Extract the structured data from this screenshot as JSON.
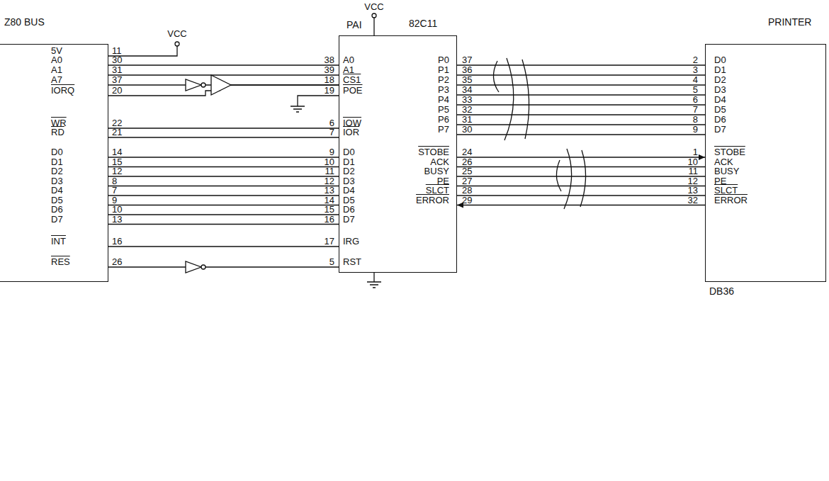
{
  "diagram": {
    "nodes": [
      {
        "text": [
          "Z80 BUS"
        ]
      },
      {
        "text": [
          "PAI",
          "82C11"
        ]
      },
      {
        "text": [
          "PRINTER",
          "DB36"
        ]
      }
    ],
    "edges": [
      {
        "from": 0,
        "to": 1,
        "arrow": "none"
      },
      {
        "from": 0,
        "to": 1,
        "arrow": "none"
      },
      {
        "from": 0,
        "to": 1,
        "arrow": "none"
      },
      {
        "from": 0,
        "to": 1,
        "arrow": "none"
      },
      {
        "from": 0,
        "to": 1,
        "arrow": "none"
      },
      {
        "from": 0,
        "to": 1,
        "arrow": "none"
      },
      {
        "from": 0,
        "to": 1,
        "arrow": "none"
      },
      {
        "from": 0,
        "to": 1,
        "arrow": "none"
      },
      {
        "from": 0,
        "to": 1,
        "arrow": "none"
      },
      {
        "from": 0,
        "to": 1,
        "arrow": "none"
      },
      {
        "from": 0,
        "to": 1,
        "arrow": "none"
      },
      {
        "from": 0,
        "to": 1,
        "arrow": "none"
      },
      {
        "from": 0,
        "to": 1,
        "arrow": "none"
      },
      {
        "from": 0,
        "to": 1,
        "arrow": "none"
      },
      {
        "from": 0,
        "to": 1,
        "arrow": "none"
      },
      {
        "from": 0,
        "to": 1,
        "arrow": "none"
      },
      {
        "from": 1,
        "to": 2,
        "arrow": "none"
      },
      {
        "from": 1,
        "to": 2,
        "arrow": "none"
      },
      {
        "from": 1,
        "to": 2,
        "arrow": "none"
      },
      {
        "from": 1,
        "to": 2,
        "arrow": "none"
      },
      {
        "from": 1,
        "to": 2,
        "arrow": "none"
      },
      {
        "from": 1,
        "to": 2,
        "arrow": "none"
      },
      {
        "from": 1,
        "to": 2,
        "arrow": "none"
      },
      {
        "from": 1,
        "to": 2,
        "arrow": "none"
      },
      {
        "from": 1,
        "to": 2,
        "arrow": "to"
      },
      {
        "from": 1,
        "to": 2,
        "arrow": "none"
      },
      {
        "from": 1,
        "to": 2,
        "arrow": "none"
      },
      {
        "from": 1,
        "to": 2,
        "arrow": "none"
      },
      {
        "from": 1,
        "to": 2,
        "arrow": "none"
      },
      {
        "from": 2,
        "to": 1,
        "arrow": "to"
      }
    ],
    "labels": [
      "5V",
      "11",
      "A0",
      "30",
      "A1",
      "31",
      "A7",
      "37",
      "IORQ",
      "20",
      "WR",
      "22",
      "RD",
      "21",
      "D0",
      "14",
      "D1",
      "15",
      "D2",
      "12",
      "D3",
      "8",
      "D4",
      "7",
      "D5",
      "9",
      "D6",
      "10",
      "D7",
      "13",
      "INT",
      "16",
      "RES",
      "26",
      "VCC",
      "VCC",
      "38",
      "A0",
      "39",
      "A1",
      "18",
      "CS1",
      "19",
      "POE",
      "6",
      "IOW",
      "7",
      "IOR",
      "9",
      "D0",
      "10",
      "D1",
      "11",
      "D2",
      "12",
      "D3",
      "13",
      "D4",
      "14",
      "D5",
      "15",
      "D6",
      "16",
      "D7",
      "17",
      "IRG",
      "5",
      "RST",
      "P0",
      "37",
      "P1",
      "36",
      "P2",
      "35",
      "P3",
      "34",
      "P4",
      "33",
      "P5",
      "32",
      "P6",
      "31",
      "P7",
      "30",
      "STOBE",
      "24",
      "ACK",
      "26",
      "BUSY",
      "25",
      "PE",
      "27",
      "SLCT",
      "28",
      "ERROR",
      "29",
      "2",
      "D0",
      "3",
      "D1",
      "4",
      "D2",
      "5",
      "D3",
      "6",
      "D4",
      "7",
      "D5",
      "8",
      "D6",
      "9",
      "D7",
      "1",
      "STOBE",
      "10",
      "ACK",
      "11",
      "BUSY",
      "12",
      "PE",
      "13",
      "SLCT",
      "32",
      "ERROR"
    ]
  }
}
